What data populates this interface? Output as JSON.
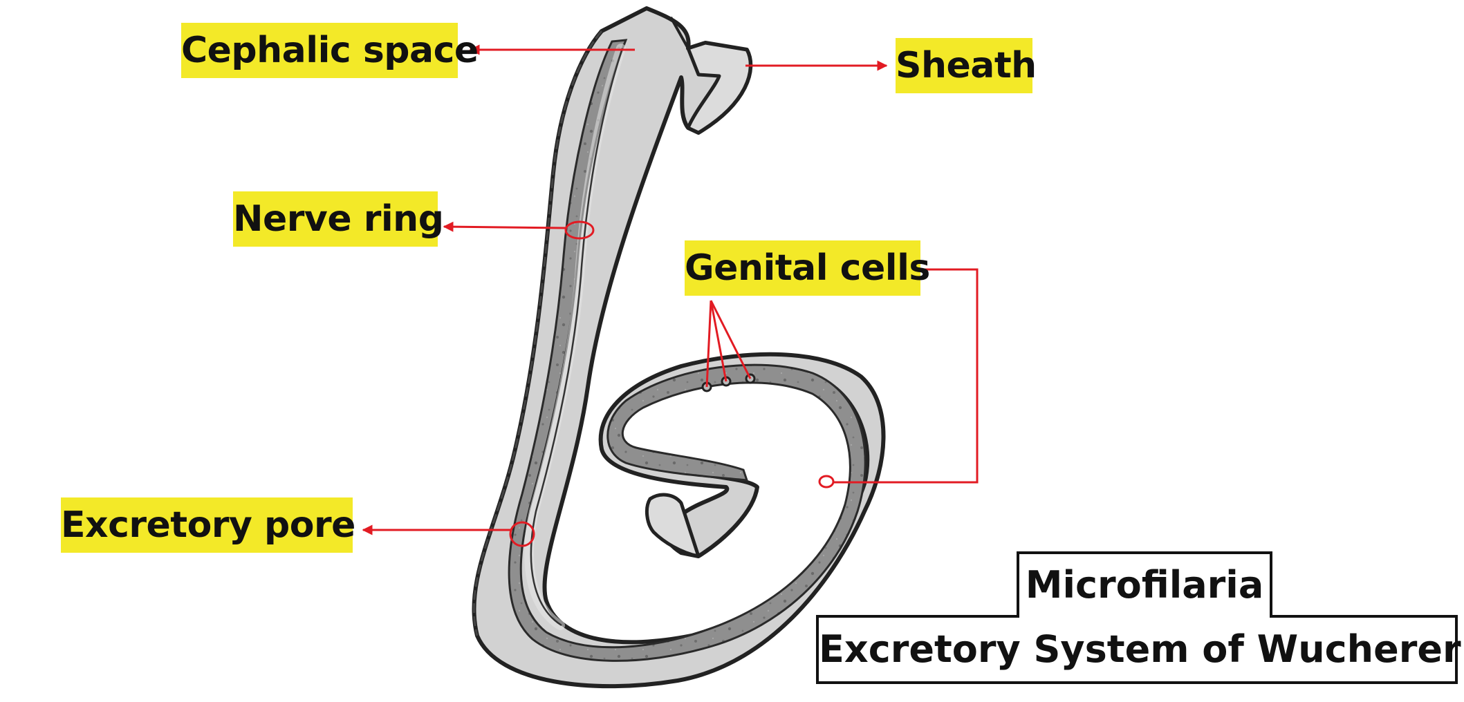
{
  "labels": {
    "cephalic_space": "Cephalic space",
    "sheath": "Sheath",
    "nerve_ring": "Nerve ring",
    "genital_cells": "Genital cells",
    "excretory_pore": "Excretory pore"
  },
  "title": {
    "line1": "Microfilaria",
    "line2": "Excretory System of Wuchereria"
  },
  "colors": {
    "label_background": "#f3e928",
    "arrow": "#e21b23",
    "outline": "#222222",
    "body_fill": "#c9c9c9",
    "inner_fill": "#9d9d9d"
  }
}
